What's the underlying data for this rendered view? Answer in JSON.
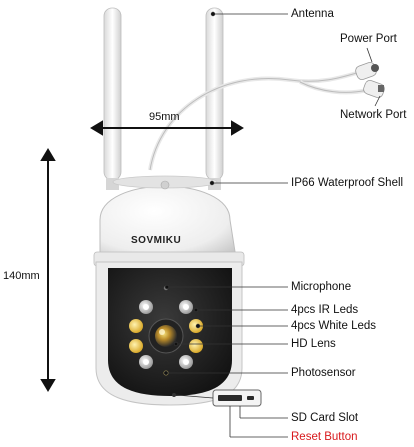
{
  "brand_logo": "SOVMIKU",
  "dimensions": {
    "width_label": "95mm",
    "height_label": "140mm"
  },
  "labels": {
    "antenna": "Antenna",
    "power_port": "Power Port",
    "network_port": "Network Port",
    "waterproof_shell": "IP66 Waterproof Shell",
    "microphone": "Microphone",
    "ir_leds": "4pcs IR Leds",
    "white_leds": "4pcs White Leds",
    "hd_lens": "HD Lens",
    "photosensor": "Photosensor",
    "sd_card_slot": "SD Card Slot",
    "reset_button": "Reset Button"
  },
  "colors": {
    "reset_label": "#d8191c",
    "body_white": "#f2f2f2",
    "dome_black": "#1b1b1b",
    "led_yellow": "#e9c84a"
  }
}
